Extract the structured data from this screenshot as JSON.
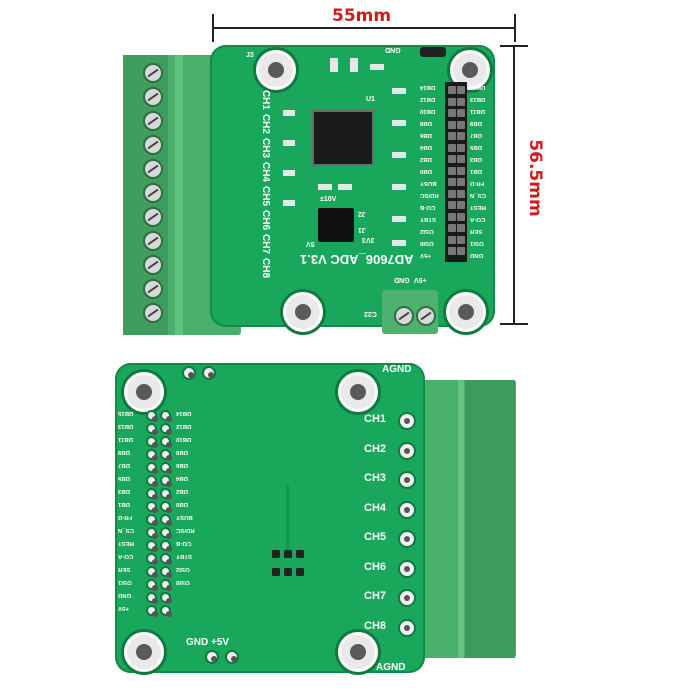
{
  "dimensions": {
    "width_label": "55mm",
    "height_label": "56.5mm"
  },
  "top_board": {
    "version": "AD7606_ADC V3.1",
    "channels": [
      "CH1",
      "CH2",
      "CH3",
      "CH4",
      "CH5",
      "CH6",
      "CH7",
      "CH8"
    ],
    "header_pins": [
      "DB15",
      "DB14",
      "DB13",
      "DB12",
      "DB11",
      "DB10",
      "DB9",
      "DB8",
      "DB7",
      "DB6",
      "DB5",
      "DB4",
      "DB3",
      "DB2",
      "DB1",
      "DB0",
      "FR-D",
      "BUSY",
      "CS_N",
      "RD/SC",
      "REST",
      "CO-B",
      "CO-A",
      "STBY",
      "SER",
      "OSI2",
      "OSI1",
      "OSI0",
      "GND",
      "+5V"
    ],
    "labels": {
      "gnd_top": "GND",
      "gnd_power": "GND",
      "plus5v": "+5V",
      "ten_v": "±10V",
      "five_v": "5V",
      "three_v": "3V3",
      "j3": "J3",
      "u1": "U1",
      "j1": "J1",
      "j2": "J2",
      "c22": "C22"
    }
  },
  "bottom_board": {
    "channels": [
      "CH1",
      "CH2",
      "CH3",
      "CH4",
      "CH5",
      "CH6",
      "CH7",
      "CH8"
    ],
    "left_pins": [
      "DB15",
      "DB13",
      "DB11",
      "DB9",
      "DB7",
      "DB5",
      "DB3",
      "DB1",
      "FR-D",
      "CS_N",
      "REST",
      "CO-A",
      "SER",
      "OSI1",
      "GND",
      "+5V"
    ],
    "inner_pins": [
      "DB14",
      "DB12",
      "DB10",
      "DB8",
      "DB6",
      "DB4",
      "DB2",
      "DB0",
      "BUSY",
      "RD/SC",
      "CO-B",
      "STBY",
      "OSI2",
      "OSI0"
    ],
    "labels": {
      "agnd_top": "AGND",
      "agnd_bottom": "AGND",
      "gnd_5v": "GND +5V"
    }
  }
}
